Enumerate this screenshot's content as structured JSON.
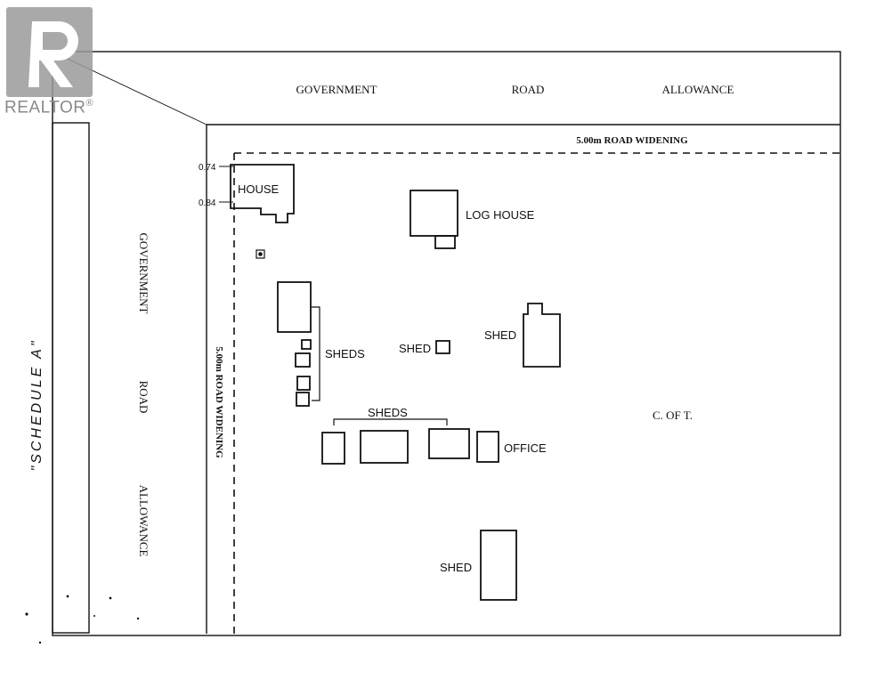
{
  "logo": {
    "brand": "REALTOR",
    "mark": "®",
    "color": "#9a9a9a"
  },
  "top_road": {
    "words": [
      "GOVERNMENT",
      "ROAD",
      "ALLOWANCE"
    ]
  },
  "left_road": {
    "words": [
      "GOVERNMENT",
      "ROAD",
      "ALLOWANCE"
    ]
  },
  "schedule": {
    "label": "\"SCHEDULE A\""
  },
  "widening_top": {
    "label": "5.00m ROAD WIDENING"
  },
  "widening_left": {
    "label": "5.00m ROAD WIDENING"
  },
  "house": {
    "label": "HOUSE",
    "dim_top": "0.74",
    "dim_bottom": "0.84"
  },
  "log_house": {
    "label": "LOG HOUSE"
  },
  "sheds_left": {
    "label": "SHEDS"
  },
  "shed_small": {
    "label": "SHED"
  },
  "shed_right": {
    "label": "SHED"
  },
  "sheds_row": {
    "label": "SHEDS"
  },
  "office": {
    "label": "OFFICE"
  },
  "shed_bottom": {
    "label": "SHED"
  },
  "parcel": {
    "label": "C. OF T."
  }
}
